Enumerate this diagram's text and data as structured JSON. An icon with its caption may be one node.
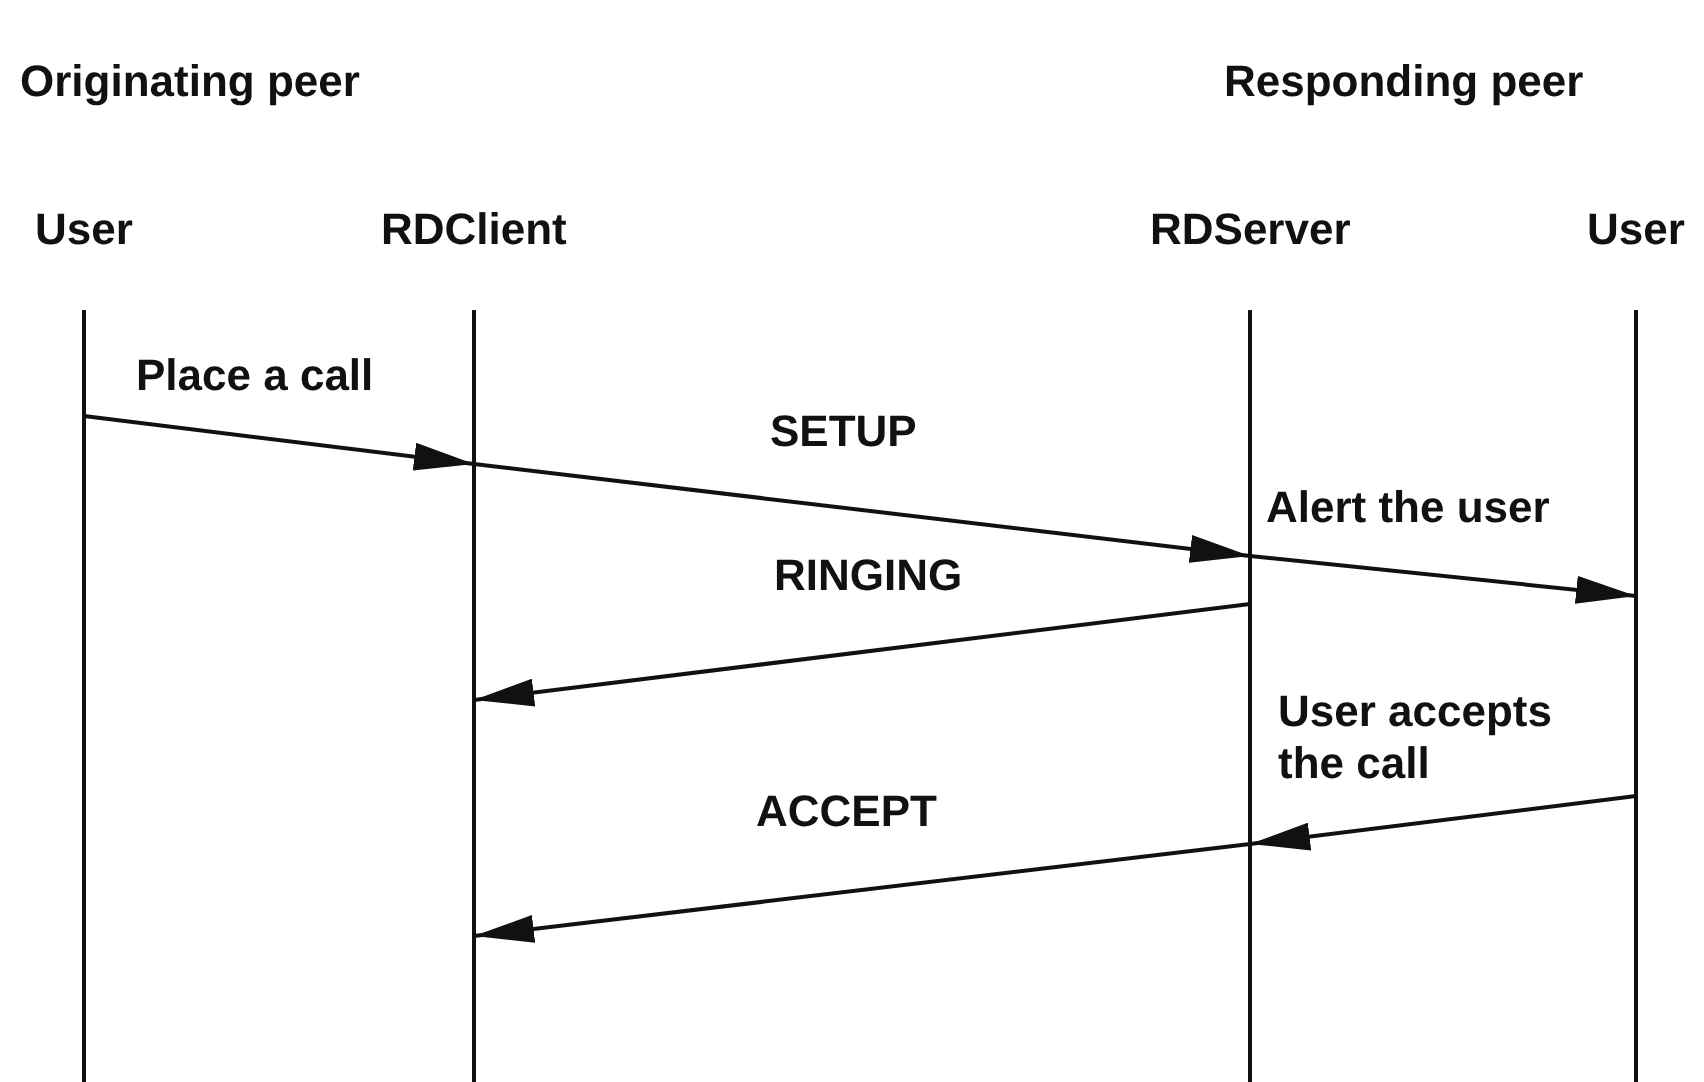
{
  "diagram": {
    "nodes": [
      {
        "text": [
          "User"
        ]
      },
      {
        "text": [
          "RDClient"
        ]
      },
      {
        "text": [
          "RDServer"
        ]
      },
      {
        "text": [
          "User"
        ]
      }
    ],
    "edges": [
      {
        "from": 0,
        "to": 1,
        "arrow": "to",
        "label": "Place a call"
      },
      {
        "from": 1,
        "to": 2,
        "arrow": "to",
        "label": "SETUP"
      },
      {
        "from": 2,
        "to": 3,
        "arrow": "to",
        "label": "Alert the user"
      },
      {
        "from": 2,
        "to": 1,
        "arrow": "to",
        "label": "RINGING"
      },
      {
        "from": 3,
        "to": 2,
        "arrow": "to",
        "label": "User accepts the call"
      },
      {
        "from": 2,
        "to": 1,
        "arrow": "to",
        "label": "ACCEPT"
      }
    ],
    "labels": [
      "Originating peer",
      "Responding peer"
    ]
  }
}
